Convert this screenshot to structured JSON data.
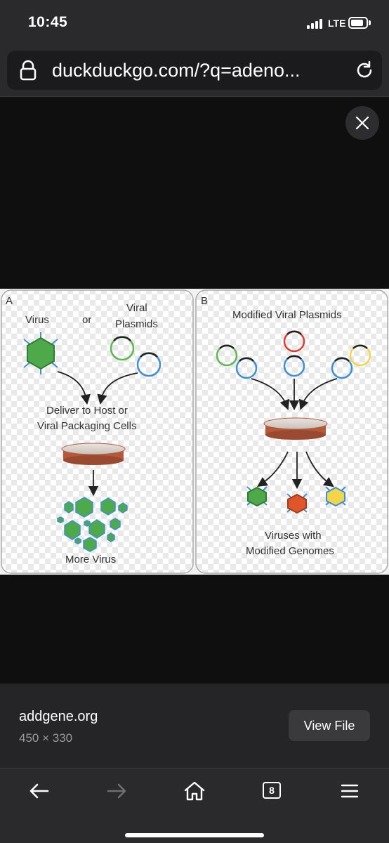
{
  "status_bar": {
    "time": "10:45",
    "network": "LTE",
    "battery_level": 0.85
  },
  "browser": {
    "url": "duckduckgo.com/?q=adeno..."
  },
  "figure": {
    "panel_a": {
      "letter": "A",
      "virus_label": "Virus",
      "or_label": "or",
      "viral_label": "Viral",
      "plasmids_label": "Plasmids",
      "deliver_line1": "Deliver to Host or",
      "deliver_line2": "Viral Packaging Cells",
      "more_virus": "More Virus"
    },
    "panel_b": {
      "letter": "B",
      "title": "Modified Viral Plasmids",
      "result_line1": "Viruses with",
      "result_line2": "Modified Genomes"
    },
    "colors": {
      "green": "#5cb84f",
      "blue": "#3d8fd6",
      "red": "#e23a2f",
      "yellow": "#f1d64a",
      "dish": "#b45a3c",
      "orange_virus": "#e0562b"
    }
  },
  "info": {
    "source": "addgene.org",
    "dimensions": "450 × 330",
    "view_file_label": "View File"
  },
  "toolbar": {
    "tabs_count": "8"
  },
  "icons": [
    "lock-icon",
    "reload-icon",
    "close-icon",
    "back-arrow-icon",
    "forward-arrow-icon",
    "home-icon",
    "tabs-icon",
    "menu-icon"
  ]
}
